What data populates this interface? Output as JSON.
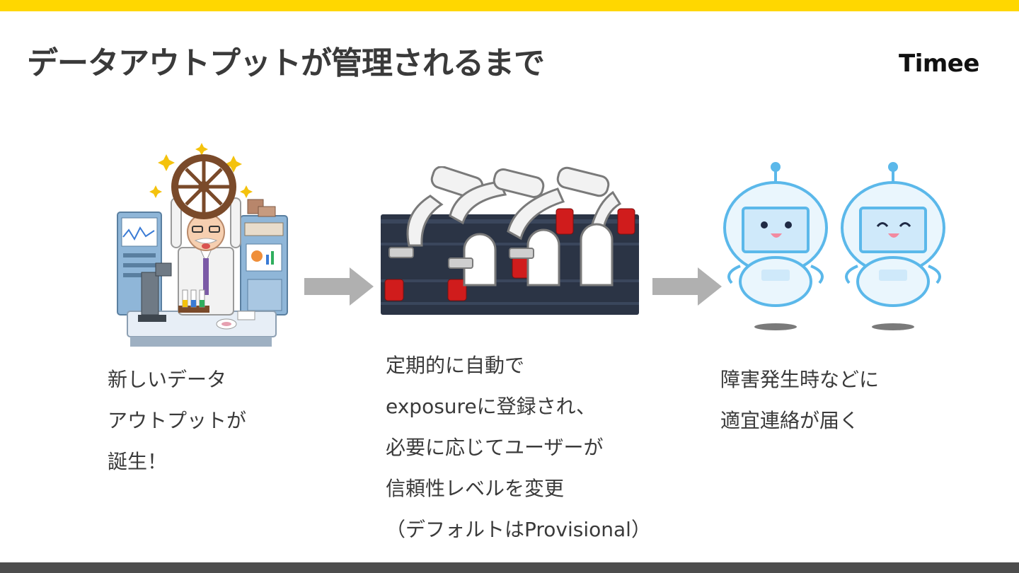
{
  "slide": {
    "title": "データアウトプットが管理されるまで",
    "logo": "Timee"
  },
  "steps": [
    {
      "illustration": "scientist-holding-wheel-illustration",
      "caption_lines": [
        "新しいデータ",
        "アウトプットが",
        "誕生！"
      ]
    },
    {
      "illustration": "robot-arm-assembly-line-illustration",
      "caption_lines": [
        "定期的に自動で",
        "exposureに登録され、",
        "必要に応じてユーザーが",
        "信頼性レベルを変更",
        "（デフォルトはProvisional）"
      ]
    },
    {
      "illustration": "two-robots-illustration",
      "caption_lines": [
        "障害発生時などに",
        "適宜連絡が届く"
      ]
    }
  ],
  "colors": {
    "top_bar": "#FFD700",
    "bottom_bar": "#4d4d4d",
    "arrow": "#b0b0b0",
    "conveyor": "#2b3445",
    "robot_blue": "#5bb8ea"
  }
}
